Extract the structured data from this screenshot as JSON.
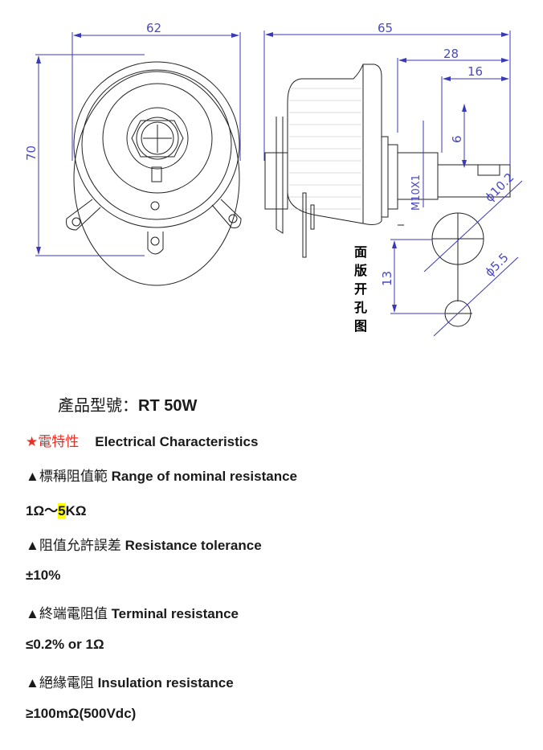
{
  "drawing": {
    "dims": {
      "width_front": "62",
      "height_front": "70",
      "length_side": "65",
      "shaft_28": "28",
      "shaft_16": "16",
      "flat_6": "6",
      "thread": "M10X1",
      "hole_big": "ϕ10.2",
      "hole_small": "ϕ5.5",
      "hole_spacing": "13"
    },
    "panel_label_chars": [
      "面",
      "版",
      "开",
      "孔",
      "图"
    ],
    "colors": {
      "dimension": "#3a3ab8",
      "line": "#222222"
    }
  },
  "title": {
    "label": "產品型號：",
    "model": "RT 50W"
  },
  "section": {
    "star": "★",
    "cjk": "電特性",
    "en": "Electrical Characteristics",
    "color": "#ee2b1f"
  },
  "specs": [
    {
      "marker": "▲",
      "cjk": "標稱阻值範",
      "en": "Range of nominal resistance",
      "value_pre": "1Ω～",
      "value_hl": "5",
      "value_post": "KΩ"
    },
    {
      "marker": "▲",
      "cjk": "阻值允許誤差",
      "en": "Resistance tolerance",
      "value": "±10%"
    },
    {
      "marker": "▲",
      "cjk": "終端電阻值",
      "en": "Terminal resistance",
      "value": "≤0.2% or 1Ω"
    },
    {
      "marker": "▲",
      "cjk": "絕緣電阻",
      "en": "Insulation resistance",
      "value": "≥100mΩ(500Vdc)"
    }
  ]
}
